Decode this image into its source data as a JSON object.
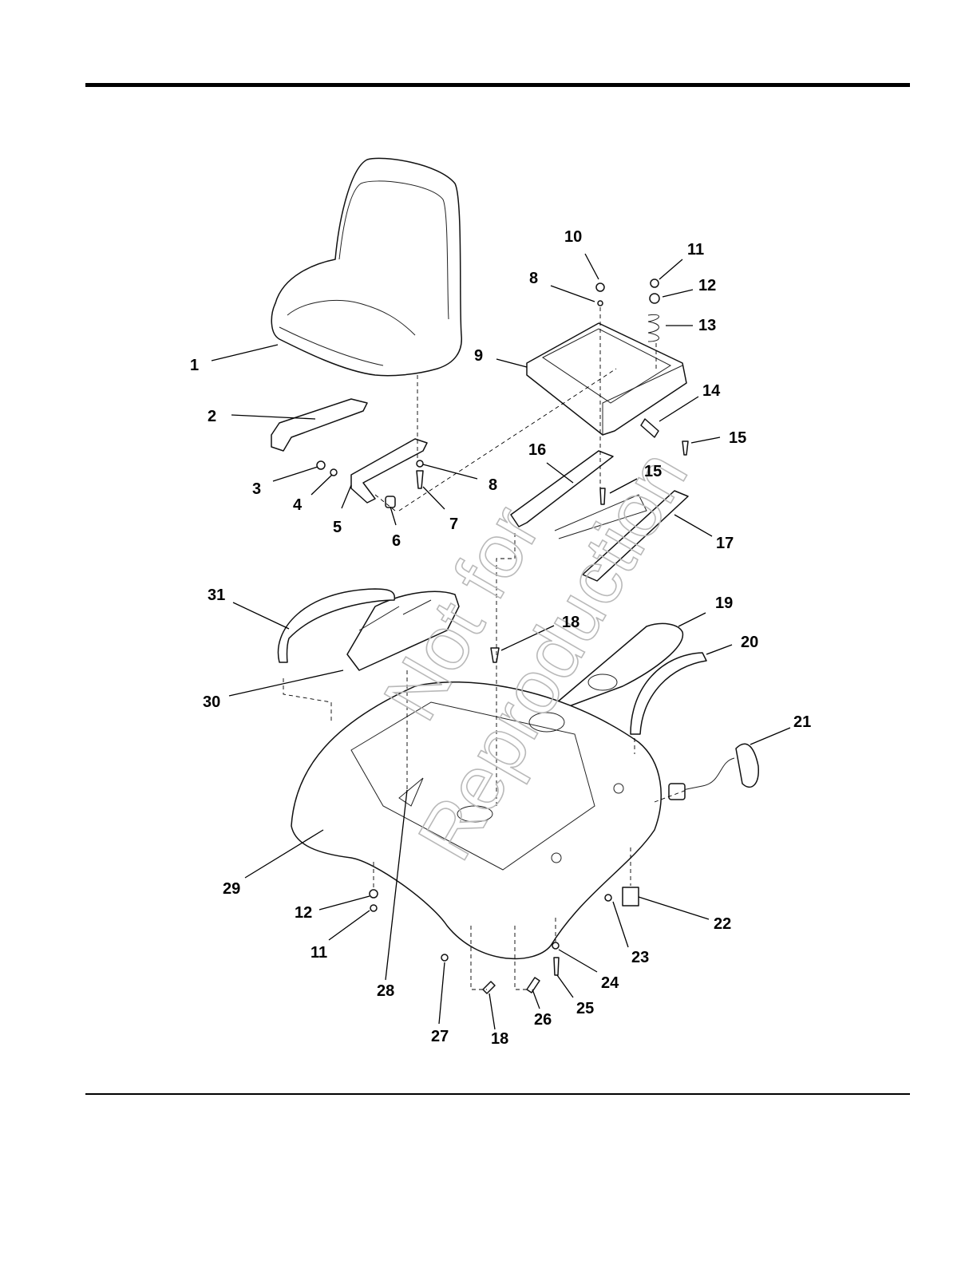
{
  "watermark": {
    "line1": "Not for",
    "line2": "Reproduction"
  },
  "callouts": [
    {
      "id": "c1",
      "text": "1"
    },
    {
      "id": "c2",
      "text": "2"
    },
    {
      "id": "c3",
      "text": "3"
    },
    {
      "id": "c4",
      "text": "4"
    },
    {
      "id": "c5",
      "text": "5"
    },
    {
      "id": "c6",
      "text": "6"
    },
    {
      "id": "c7",
      "text": "7"
    },
    {
      "id": "c8a",
      "text": "8"
    },
    {
      "id": "c8b",
      "text": "8"
    },
    {
      "id": "c9",
      "text": "9"
    },
    {
      "id": "c10",
      "text": "10"
    },
    {
      "id": "c11a",
      "text": "11"
    },
    {
      "id": "c11b",
      "text": "11"
    },
    {
      "id": "c12a",
      "text": "12"
    },
    {
      "id": "c12b",
      "text": "12"
    },
    {
      "id": "c13",
      "text": "13"
    },
    {
      "id": "c14",
      "text": "14"
    },
    {
      "id": "c15a",
      "text": "15"
    },
    {
      "id": "c15b",
      "text": "15"
    },
    {
      "id": "c16",
      "text": "16"
    },
    {
      "id": "c17",
      "text": "17"
    },
    {
      "id": "c18a",
      "text": "18"
    },
    {
      "id": "c18b",
      "text": "18"
    },
    {
      "id": "c19",
      "text": "19"
    },
    {
      "id": "c20",
      "text": "20"
    },
    {
      "id": "c21",
      "text": "21"
    },
    {
      "id": "c22",
      "text": "22"
    },
    {
      "id": "c23",
      "text": "23"
    },
    {
      "id": "c24",
      "text": "24"
    },
    {
      "id": "c25",
      "text": "25"
    },
    {
      "id": "c26",
      "text": "26"
    },
    {
      "id": "c27",
      "text": "27"
    },
    {
      "id": "c28",
      "text": "28"
    },
    {
      "id": "c29",
      "text": "29"
    },
    {
      "id": "c30",
      "text": "30"
    },
    {
      "id": "c31",
      "text": "31"
    }
  ]
}
